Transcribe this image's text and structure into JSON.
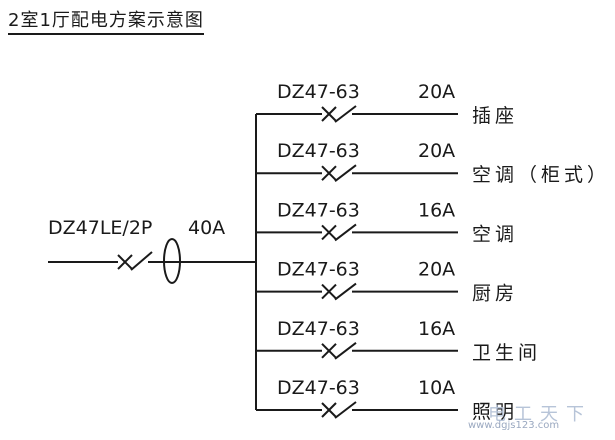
{
  "title": "2室1厅配电方案示意图",
  "main_breaker": {
    "model": "DZ47LE/2P",
    "rating": "40A"
  },
  "circuits": [
    {
      "model": "DZ47-63",
      "rating": "20A",
      "label": "插座"
    },
    {
      "model": "DZ47-63",
      "rating": "20A",
      "label": "空调（柜式）"
    },
    {
      "model": "DZ47-63",
      "rating": "16A",
      "label": "空调"
    },
    {
      "model": "DZ47-63",
      "rating": "20A",
      "label": "厨房"
    },
    {
      "model": "DZ47-63",
      "rating": "16A",
      "label": "卫生间"
    },
    {
      "model": "DZ47-63",
      "rating": "10A",
      "label": "照明"
    }
  ],
  "watermark": {
    "text": "www.dgjs123.com",
    "brand": "电工天下"
  },
  "colors": {
    "line": "#1a1a1a",
    "background": "#ffffff",
    "watermark": "#9aa8c0"
  }
}
